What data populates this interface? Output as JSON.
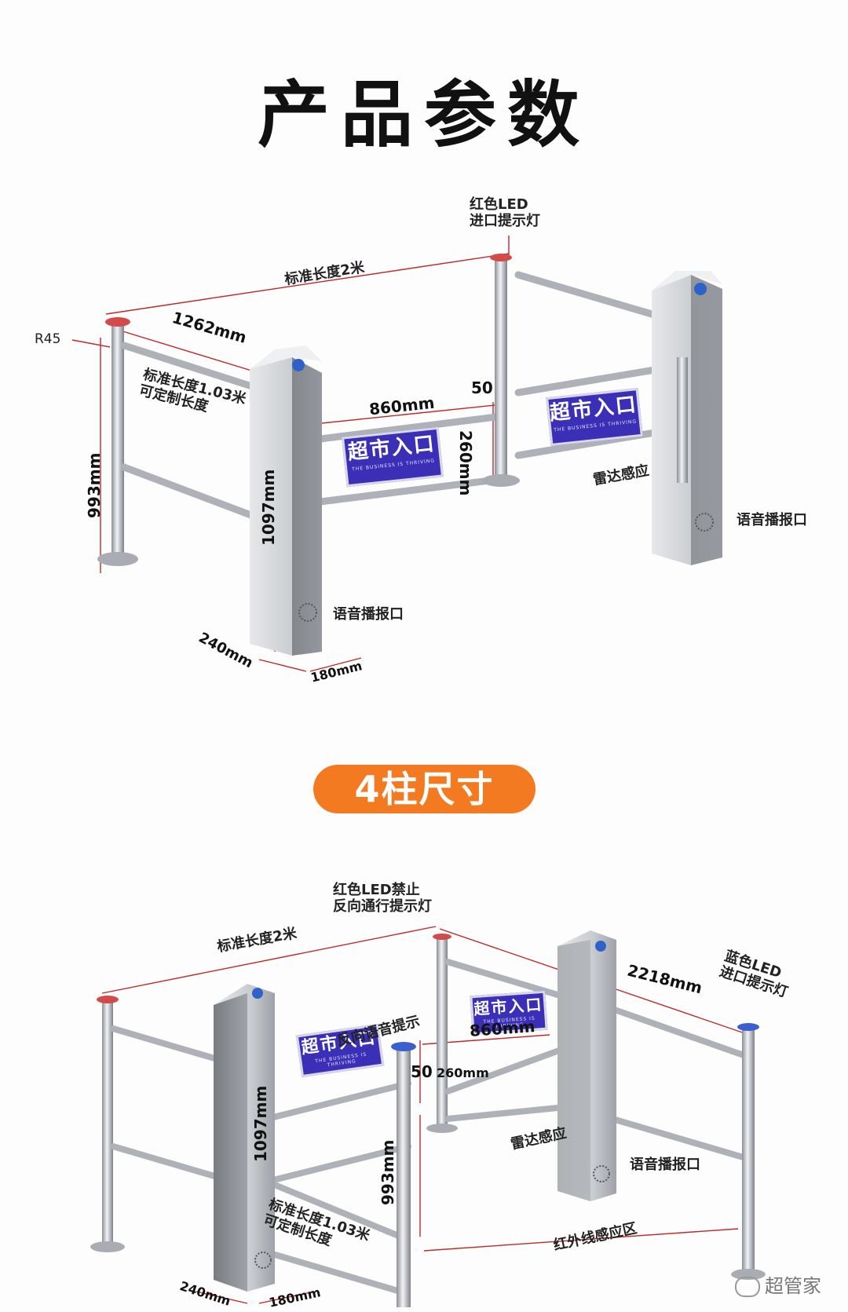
{
  "title": "产品参数",
  "section_pill": "4柱尺寸",
  "watermark": "超管家",
  "fig1": {
    "red_led": "红色LED\n进口提示灯",
    "std_length": "标准长度2米",
    "r45": "R45",
    "d1262": "1262mm",
    "std_103": "标准长度1.03米\n可定制长度",
    "d993": "993mm",
    "d860": "860mm",
    "d50": "50",
    "d260": "260mm",
    "d1097": "1097mm",
    "radar": "雷达感应",
    "voice1": "语音播报口",
    "voice2": "语音播报口",
    "d240": "240mm",
    "d180": "180mm",
    "sign_main": "超市入口",
    "sign_sub": "THE BUSINESS IS THRIVING"
  },
  "fig2": {
    "red_led": "红色LED禁止\n反向通行提示灯",
    "std_length": "标准长度2米",
    "d2218": "2218mm",
    "blue_led": "蓝色LED\n进口提示灯",
    "rev_voice": "反向语音提示",
    "d860": "860mm",
    "d50": "50",
    "d260": "260mm",
    "d1097": "1097mm",
    "d993": "993mm",
    "radar": "雷达感应",
    "voice": "语音播报口",
    "std_103": "标准长度1.03米\n可定制长度",
    "ir_zone": "红外线感应区",
    "d240": "240mm",
    "d180": "180mm",
    "sign_main": "超市入口",
    "sign_sub": "THE BUSINESS IS THRIVING"
  },
  "colors": {
    "accent": "#f47a22",
    "sign": "#3b2fb8",
    "dim_line": "#c0282a",
    "steel": "#b9bdc4"
  }
}
